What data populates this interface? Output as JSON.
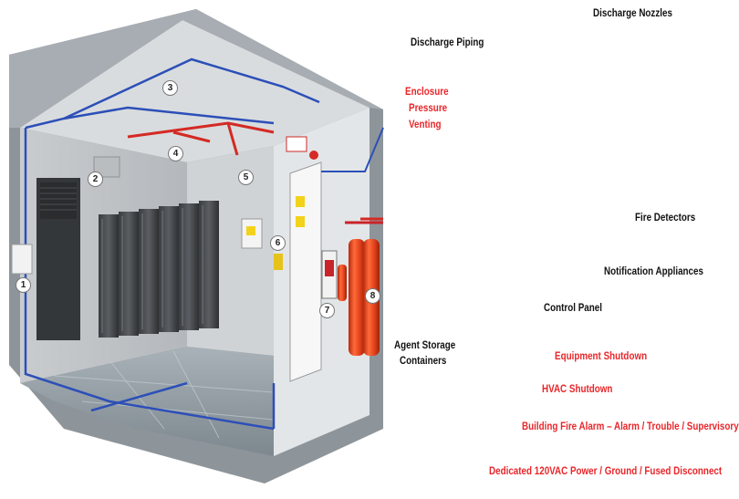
{
  "callouts": {
    "n1": "1",
    "n2": "2",
    "n3": "3",
    "n4": "4",
    "n5": "5",
    "n6": "6",
    "n7": "7",
    "n8": "8"
  },
  "labels": {
    "discharge_nozzles": "Discharge Nozzles",
    "discharge_piping": "Discharge Piping",
    "enclosure_venting_1": "Enclosure",
    "enclosure_venting_2": "Pressure",
    "enclosure_venting_3": "Venting",
    "fire_detectors": "Fire Detectors",
    "notification_appliances": "Notification Appliances",
    "control_panel": "Control Panel",
    "agent_storage_1": "Agent Storage",
    "agent_storage_2": "Containers",
    "equipment_shutdown": "Equipment Shutdown",
    "hvac_shutdown": "HVAC Shutdown",
    "building_fire_alarm": "Building Fire Alarm – Alarm / Trouble / Supervisory",
    "dedicated_power": "Dedicated 120VAC Power / Ground / Fused Disconnect"
  },
  "colors": {
    "discharge_pipe": "#e8262a",
    "detection_wire": "#4f9fd8",
    "cylinder": "#e84a1c",
    "alert_text": "#e8262a"
  }
}
